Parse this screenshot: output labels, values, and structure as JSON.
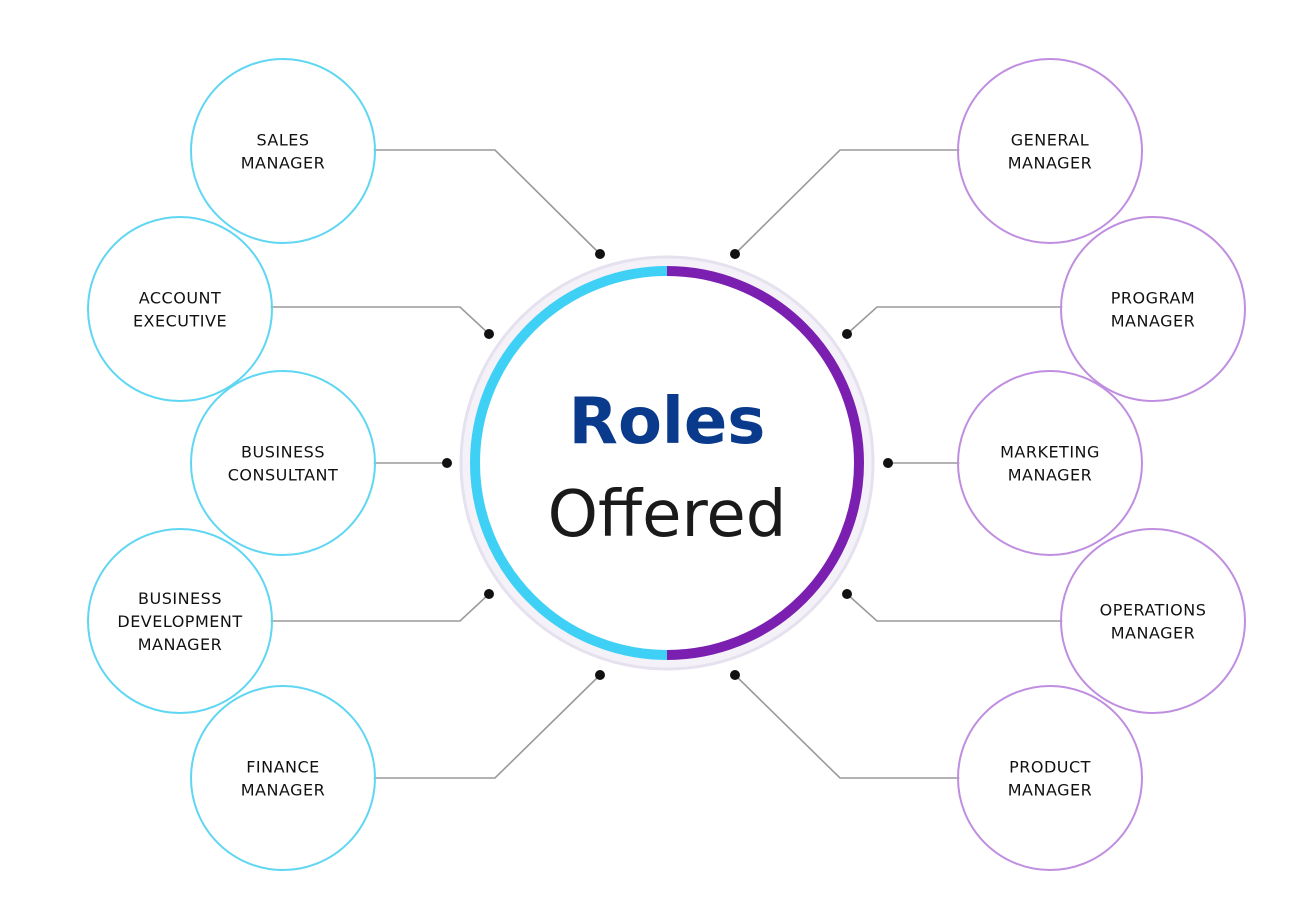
{
  "center": {
    "title_line1": "Roles",
    "title_line2": "Offered",
    "title_color": "#0a3a8c",
    "subtitle_color": "#1a1a1a"
  },
  "colors": {
    "left_ring": "#5fd6f2",
    "left_arc": "#3fd0f5",
    "right_ring": "#c08ee0",
    "right_arc": "#7b1fb0",
    "connector": "#9a9a9a",
    "dot": "#111111"
  },
  "roles_left": [
    {
      "name": "sales-manager",
      "lines": [
        "SALES",
        "MANAGER"
      ]
    },
    {
      "name": "account-executive",
      "lines": [
        "ACCOUNT",
        "EXECUTIVE"
      ]
    },
    {
      "name": "business-consultant",
      "lines": [
        "BUSINESS",
        "CONSULTANT"
      ]
    },
    {
      "name": "business-development-manager",
      "lines": [
        "BUSINESS",
        "DEVELOPMENT",
        "MANAGER"
      ]
    },
    {
      "name": "finance-manager",
      "lines": [
        "FINANCE",
        "MANAGER"
      ]
    }
  ],
  "roles_right": [
    {
      "name": "general-manager",
      "lines": [
        "GENERAL",
        "MANAGER"
      ]
    },
    {
      "name": "program-manager",
      "lines": [
        "PROGRAM",
        "MANAGER"
      ]
    },
    {
      "name": "marketing-manager",
      "lines": [
        "MARKETING",
        "MANAGER"
      ]
    },
    {
      "name": "operations-manager",
      "lines": [
        "OPERATIONS",
        "MANAGER"
      ]
    },
    {
      "name": "product-manager",
      "lines": [
        "PRODUCT",
        "MANAGER"
      ]
    }
  ]
}
